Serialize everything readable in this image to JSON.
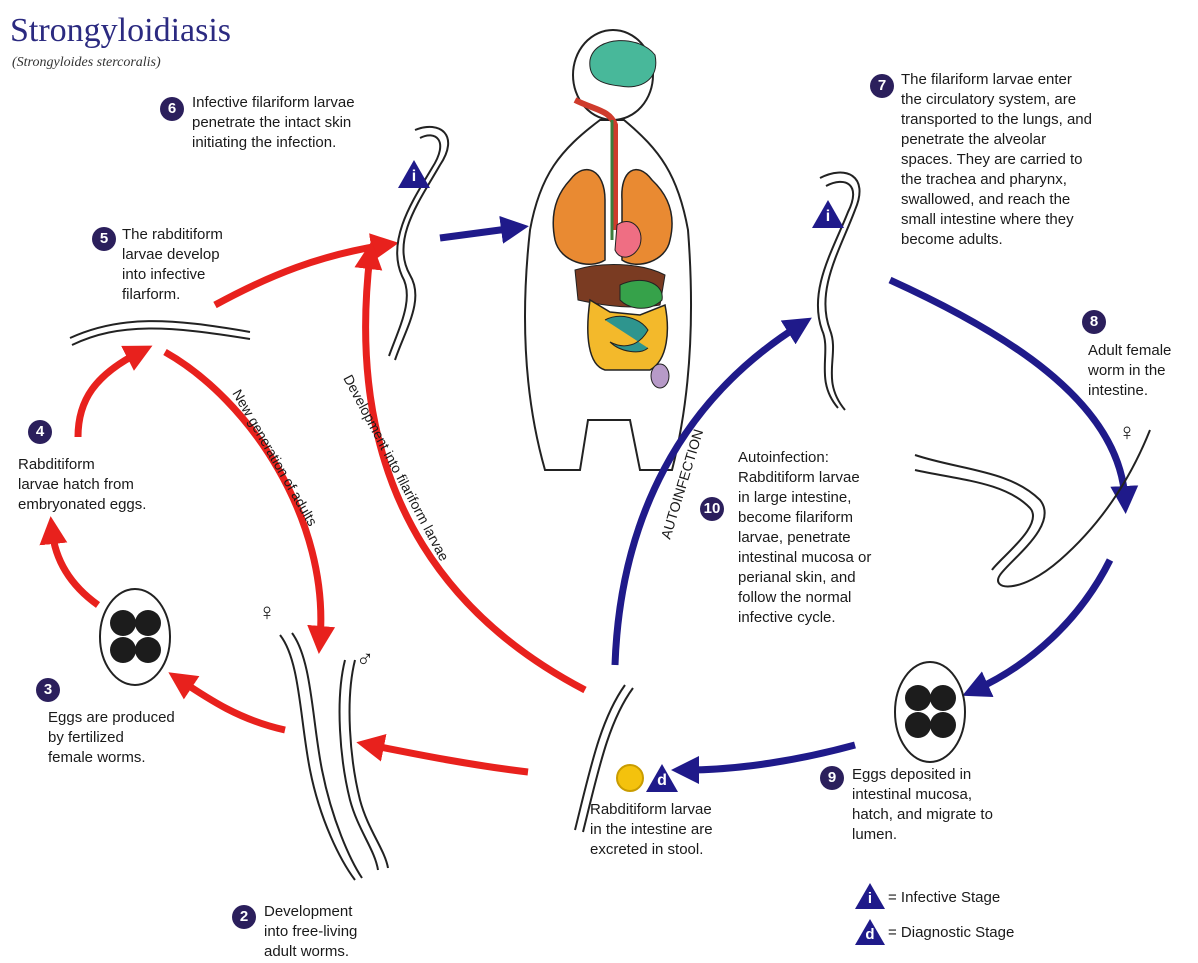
{
  "title": "Strongyloidiasis",
  "subtitle": "(Strongyloides stercoralis)",
  "steps": {
    "s2": {
      "num": "2",
      "lines": [
        "Development",
        "into free-living",
        "adult worms."
      ]
    },
    "s3": {
      "num": "3",
      "lines": [
        "Eggs are produced",
        "by fertilized",
        "female worms."
      ]
    },
    "s4": {
      "num": "4",
      "lines": [
        "Rabditiform",
        "larvae hatch from",
        "embryonated eggs."
      ]
    },
    "s5": {
      "num": "5",
      "lines": [
        "The rabditiform",
        "larvae develop",
        "into infective",
        "filarform."
      ]
    },
    "s6": {
      "num": "6",
      "lines": [
        "Infective filariform larvae",
        "penetrate the intact skin",
        "initiating the infection."
      ]
    },
    "s7": {
      "num": "7",
      "lines": [
        "The filariform larvae enter",
        "the circulatory system, are",
        "transported to the lungs, and",
        "penetrate the alveolar",
        "spaces.  They are carried to",
        "the trachea and pharynx,",
        "swallowed, and reach the",
        "small intestine where they",
        "become adults."
      ]
    },
    "s8": {
      "num": "8",
      "lines": [
        "Adult female",
        "worm in the",
        "intestine."
      ]
    },
    "s9": {
      "num": "9",
      "lines": [
        "Eggs deposited in",
        "intestinal mucosa,",
        "hatch, and migrate to",
        "lumen."
      ]
    },
    "s10": {
      "num": "10",
      "lines": [
        "Autoinfection:",
        "Rabditiform larvae",
        "in large intestine,",
        "become filariform",
        "larvae, penetrate",
        "intestinal mucosa or",
        "perianal skin, and",
        "follow the normal",
        "infective cycle."
      ]
    }
  },
  "excreted": {
    "lines": [
      "Rabditiform larvae",
      "in the intestine are",
      "excreted in stool."
    ]
  },
  "path_labels": {
    "new_generation": "New generation of adults",
    "development_filariform": "Development into filariform larvae",
    "autoinfection": "AUTOINFECTION"
  },
  "symbols": {
    "female": "♀",
    "male": "♂",
    "infective_letter": "i",
    "diagnostic_letter": "d"
  },
  "legend": {
    "infective": "= Infective Stage",
    "diagnostic": "= Diagnostic Stage"
  },
  "colors": {
    "free_living_cycle": "#e8211d",
    "parasitic_cycle": "#1f1a8a",
    "stage_marker": "#1f1a8a",
    "step_number": "#2b1f5c",
    "title": "#2b2a80",
    "diagnostic_dot": "#f4c20d"
  }
}
